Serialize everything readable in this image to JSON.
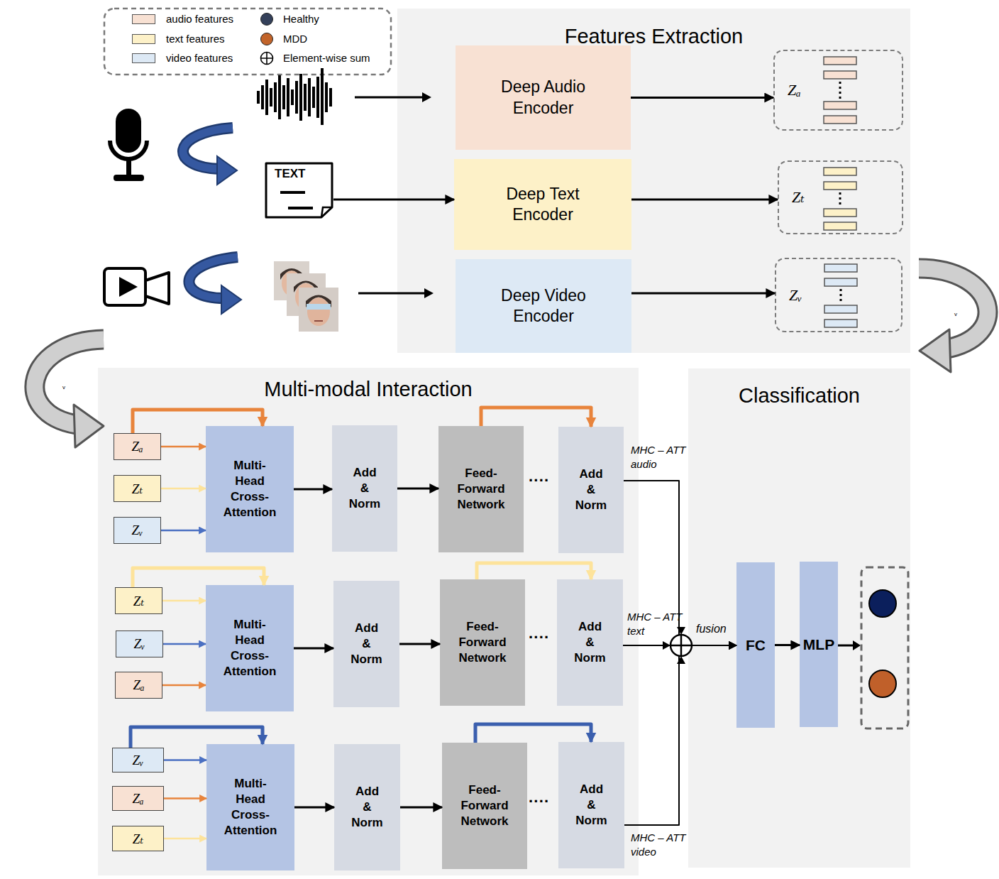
{
  "diagram": {
    "nodes": [
      {
        "text": [
          "Features Extraction"
        ]
      },
      {
        "text": [
          "Deep Audio Encoder"
        ],
        "in": 0
      },
      {
        "text": [
          "Zₐ"
        ],
        "in": 0
      },
      {
        "text": [
          "TEXT"
        ]
      },
      {
        "text": [
          "Deep Text Encoder"
        ],
        "in": 0
      },
      {
        "text": [
          "Zₜ"
        ],
        "in": 0
      },
      {
        "text": [
          "Deep Video Encoder"
        ],
        "in": 0
      },
      {
        "text": [
          "Zᵥ"
        ],
        "in": 0
      },
      {
        "text": [
          "Multi-modal Interaction"
        ]
      },
      {
        "text": [
          "Zₐ"
        ],
        "in": 8
      },
      {
        "text": [
          "Zₜ"
        ],
        "in": 8
      },
      {
        "text": [
          "Zᵥ"
        ],
        "in": 8
      },
      {
        "text": [
          "Multi- Head Cross- Attention"
        ],
        "in": 8
      },
      {
        "text": [
          "Add & Norm"
        ],
        "in": 8
      },
      {
        "text": [
          "Feed- Forward Network"
        ],
        "in": 8
      },
      {
        "text": [
          "Add & Norm"
        ],
        "in": 8
      },
      {
        "text": [
          "Zₜ"
        ],
        "in": 8
      },
      {
        "text": [
          "Zᵥ"
        ],
        "in": 8
      },
      {
        "text": [
          "Zₐ"
        ],
        "in": 8
      },
      {
        "text": [
          "Multi- Head Cross- Attention"
        ],
        "in": 8
      },
      {
        "text": [
          "Add & Norm"
        ],
        "in": 8
      },
      {
        "text": [
          "Feed- Forward Network"
        ],
        "in": 8
      },
      {
        "text": [
          "Add & Norm"
        ],
        "in": 8
      },
      {
        "text": [
          "Zᵥ"
        ],
        "in": 8
      },
      {
        "text": [
          "Zₐ"
        ],
        "in": 8
      },
      {
        "text": [
          "Zₜ"
        ],
        "in": 8
      },
      {
        "text": [
          "Multi- Head Cross- Attention"
        ],
        "in": 8
      },
      {
        "text": [
          "Add & Norm"
        ],
        "in": 8
      },
      {
        "text": [
          "Feed- Forward Network"
        ],
        "in": 8
      },
      {
        "text": [
          "Add & Norm"
        ],
        "in": 8
      },
      {
        "text": [
          "Classification"
        ]
      },
      {
        "text": [
          "FC"
        ],
        "in": 30
      },
      {
        "text": [
          "MLP"
        ],
        "in": 30
      }
    ],
    "edges": [
      {
        "from": 1,
        "to": 2,
        "arrow": "to"
      },
      {
        "from": 3,
        "to": 4,
        "arrow": "to"
      },
      {
        "from": 4,
        "to": 5,
        "arrow": "to"
      },
      {
        "from": 6,
        "to": 7,
        "arrow": "to"
      },
      {
        "from": 9,
        "to": 12,
        "arrow": "to"
      },
      {
        "from": 10,
        "to": 12,
        "arrow": "to"
      },
      {
        "from": 11,
        "to": 12,
        "arrow": "to"
      },
      {
        "from": 9,
        "to": 12,
        "arrow": "to"
      },
      {
        "from": 12,
        "to": 13,
        "arrow": "to"
      },
      {
        "from": 13,
        "to": 14,
        "arrow": "to"
      },
      {
        "from": 14,
        "to": 15,
        "arrow": "to"
      },
      {
        "from": 15,
        "to": 31,
        "arrow": "to",
        "label": "MHC – ATT audio"
      },
      {
        "from": 16,
        "to": 19,
        "arrow": "to"
      },
      {
        "from": 17,
        "to": 19,
        "arrow": "to"
      },
      {
        "from": 18,
        "to": 19,
        "arrow": "to"
      },
      {
        "from": 16,
        "to": 19,
        "arrow": "to"
      },
      {
        "from": 19,
        "to": 20,
        "arrow": "to"
      },
      {
        "from": 20,
        "to": 21,
        "arrow": "to"
      },
      {
        "from": 21,
        "to": 22,
        "arrow": "to"
      },
      {
        "from": 22,
        "to": 31,
        "arrow": "to",
        "label": "MHC – ATT text"
      },
      {
        "from": 23,
        "to": 26,
        "arrow": "to"
      },
      {
        "from": 24,
        "to": 26,
        "arrow": "to"
      },
      {
        "from": 25,
        "to": 26,
        "arrow": "to"
      },
      {
        "from": 23,
        "to": 26,
        "arrow": "to"
      },
      {
        "from": 26,
        "to": 27,
        "arrow": "to"
      },
      {
        "from": 27,
        "to": 28,
        "arrow": "to"
      },
      {
        "from": 28,
        "to": 29,
        "arrow": "to"
      },
      {
        "from": 29,
        "to": 31,
        "arrow": "to",
        "label": "MHC – ATT video"
      },
      {
        "from": 31,
        "to": 32,
        "arrow": "to"
      }
    ],
    "labels": [
      "fusion",
      "····",
      "····",
      "····",
      "v",
      "v"
    ],
    "legend": [
      {
        "text": "audio features",
        "color": "#f8e1d3"
      },
      {
        "text": "text features",
        "color": "#fdf1c8"
      },
      {
        "text": "video features",
        "color": "#dde9f5"
      },
      {
        "text": "Healthy",
        "color": "#34405a"
      },
      {
        "text": "MDD",
        "color": "#c2642a"
      },
      {
        "text": "Element-wise sum"
      }
    ]
  }
}
